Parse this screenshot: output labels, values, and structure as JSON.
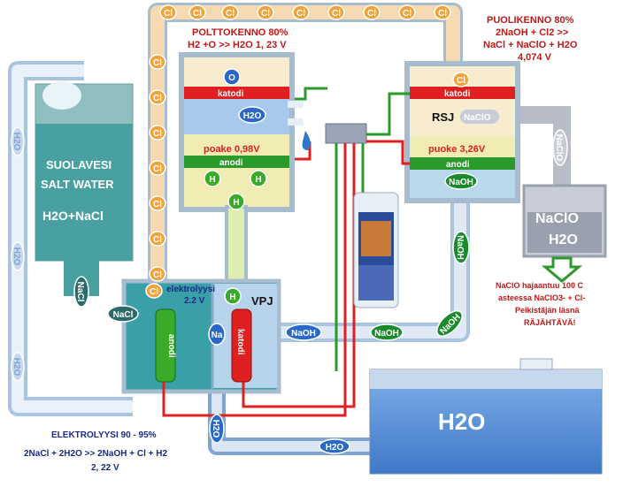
{
  "left_title": "POLTTOKENNO 80%",
  "left_eq": "H2 +O >> H2O 1, 23 V",
  "right_title": "PUOLIKENNO 80%",
  "right_eq1": "2NaOH + Cl2 >>",
  "right_eq2": "NaCl + NaClO + H2O",
  "right_eq3": "4,074 V",
  "salt_line1": "SUOLAVESI",
  "salt_line2": "SALT WATER",
  "salt_line3": "H2O+NaCl",
  "katodi": "katodi",
  "anodi": "anodi",
  "poake_left": "poake 0,98V",
  "puoke_right": "puoke 3,26V",
  "rsj": "RSJ",
  "naclo": "NaClO",
  "naclo_tank1": "NaClO",
  "naclo_tank2": "H2O",
  "naclo_warn1": "NaClO hajaantuu 100 C",
  "naclo_warn2": "asteessa NaClO3- + Cl-",
  "naclo_warn3": "Pelkistäjän läsnä",
  "naclo_warn4": "RÄJÄHTÄVÄ!",
  "electrolysis_label1": "elektrolyysi",
  "electrolysis_label2": "2.2 V",
  "vpj": "VPJ",
  "anodi_vert": "anodi",
  "katodi_vert": "katodi",
  "cl": "Cl",
  "h": "H",
  "o": "O",
  "h2o": "H2O",
  "naoh": "NaOH",
  "nacl": "NaCl",
  "na": "Na",
  "bottom_title": "ELEKTROLYYSI 90 - 95%",
  "bottom_eq1": "2NaCl + 2H2O >> 2NaOH + Cl + H2",
  "bottom_eq2": "2, 22 V",
  "big_h2o": "H2O"
}
